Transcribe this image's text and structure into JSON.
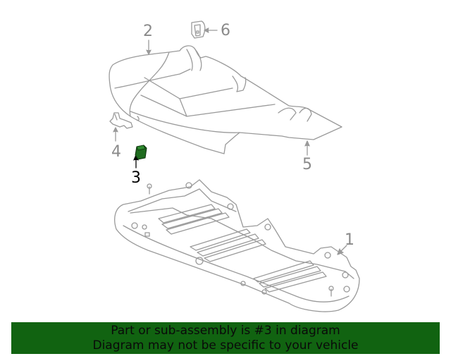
{
  "diagram": {
    "callouts": [
      {
        "id": "1",
        "label": "1",
        "highlighted": false
      },
      {
        "id": "2",
        "label": "2",
        "highlighted": false
      },
      {
        "id": "3",
        "label": "3",
        "highlighted": true
      },
      {
        "id": "4",
        "label": "4",
        "highlighted": false
      },
      {
        "id": "5",
        "label": "5",
        "highlighted": false
      },
      {
        "id": "6",
        "label": "6",
        "highlighted": false
      }
    ],
    "highlight_color": "#1f6b1f",
    "line_color": "#9a9a9a"
  },
  "banner": {
    "line1": "Part or sub-assembly is #3 in diagram",
    "line2": "Diagram may not be specific to your vehicle",
    "background": "#116311"
  }
}
